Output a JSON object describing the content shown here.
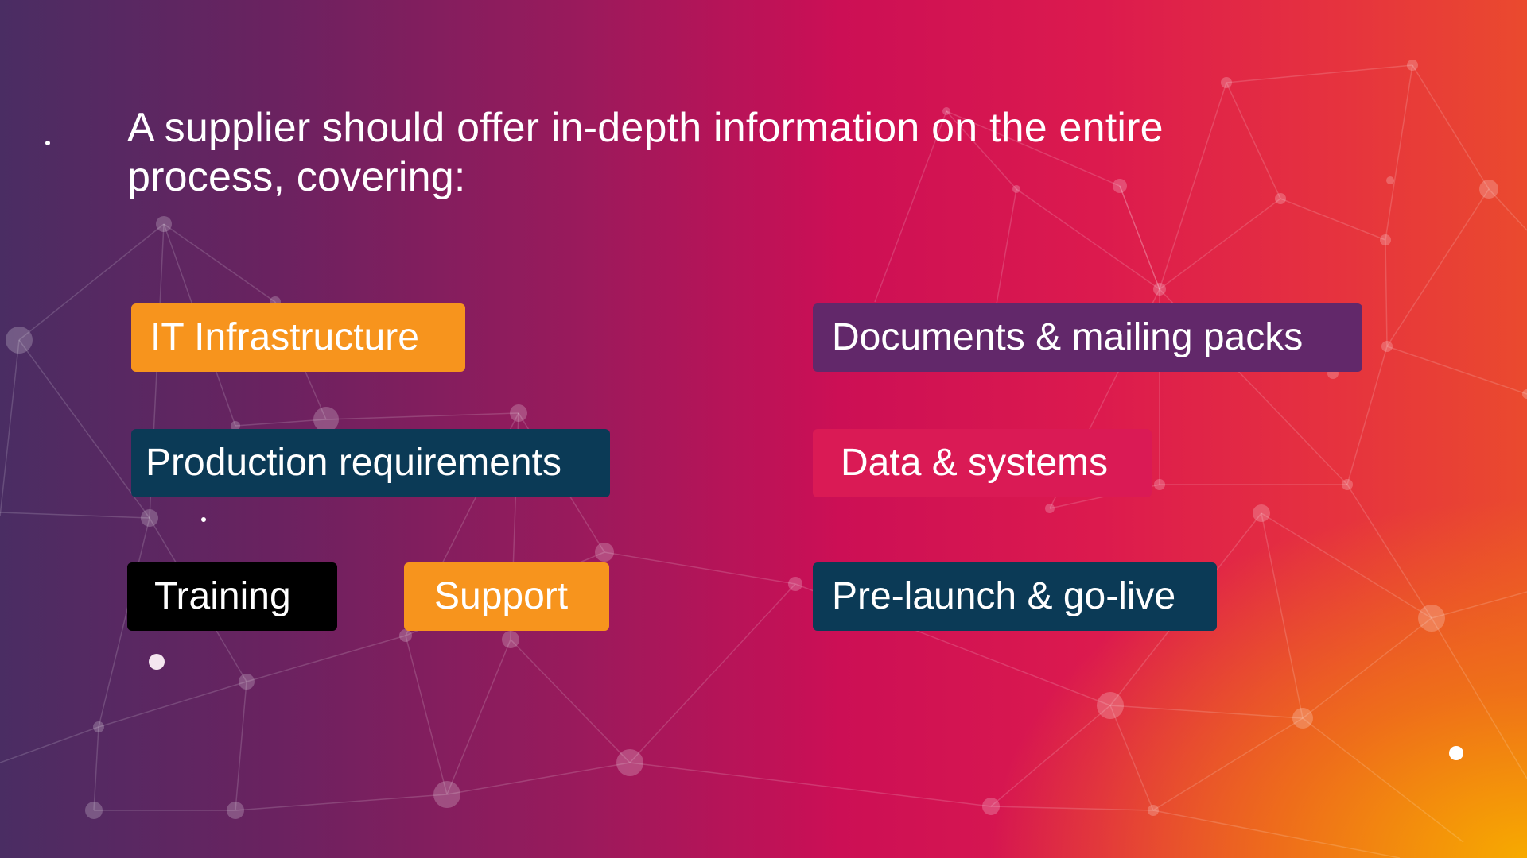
{
  "heading": "A supplier should offer in-depth information on the entire process, covering:",
  "tags": {
    "it_infrastructure": {
      "label": "IT Infrastructure",
      "color": "#f7941d"
    },
    "production_requirements": {
      "label": "Production requirements",
      "color": "#0b3a56"
    },
    "training": {
      "label": "Training",
      "color": "#000000"
    },
    "support": {
      "label": "Support",
      "color": "#f7941d"
    },
    "documents_mailing_packs": {
      "label": "Documents & mailing packs",
      "color": "#62286a"
    },
    "data_systems": {
      "label": "Data & systems",
      "color": "#da1a55"
    },
    "pre_launch_go_live": {
      "label": "Pre-launch & go-live",
      "color": "#0b3a56"
    }
  },
  "background": {
    "gradient_colors": [
      "#4a2d63",
      "#9a1a5c",
      "#cc0f55",
      "#e6333e",
      "#f7aa00"
    ],
    "pattern": "network-of-connected-nodes"
  }
}
